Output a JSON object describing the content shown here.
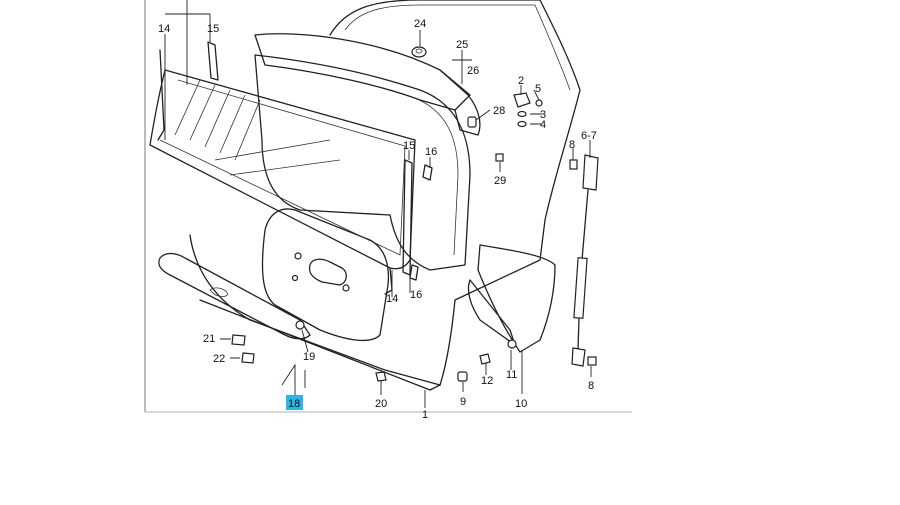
{
  "diagram": {
    "highlight_color": "#29b6e8",
    "callouts": [
      {
        "id": "c14a",
        "text": "14"
      },
      {
        "id": "c15a",
        "text": "15"
      },
      {
        "id": "c24",
        "text": "24"
      },
      {
        "id": "c25",
        "text": "25"
      },
      {
        "id": "c26",
        "text": "26"
      },
      {
        "id": "c2",
        "text": "2"
      },
      {
        "id": "c5",
        "text": "5"
      },
      {
        "id": "c3",
        "text": "3"
      },
      {
        "id": "c4",
        "text": "4"
      },
      {
        "id": "c28",
        "text": "28"
      },
      {
        "id": "c67",
        "text": "6-7"
      },
      {
        "id": "c8a",
        "text": "8"
      },
      {
        "id": "c15b",
        "text": "15"
      },
      {
        "id": "c16a",
        "text": "16"
      },
      {
        "id": "c29",
        "text": "29"
      },
      {
        "id": "c14b",
        "text": "14"
      },
      {
        "id": "c16b",
        "text": "16"
      },
      {
        "id": "c21",
        "text": "21"
      },
      {
        "id": "c22",
        "text": "22"
      },
      {
        "id": "c19",
        "text": "19"
      },
      {
        "id": "c18",
        "text": "18"
      },
      {
        "id": "c20",
        "text": "20"
      },
      {
        "id": "c1",
        "text": "1"
      },
      {
        "id": "c9",
        "text": "9"
      },
      {
        "id": "c12",
        "text": "12"
      },
      {
        "id": "c11",
        "text": "11"
      },
      {
        "id": "c10",
        "text": "10"
      },
      {
        "id": "c8b",
        "text": "8"
      }
    ]
  }
}
